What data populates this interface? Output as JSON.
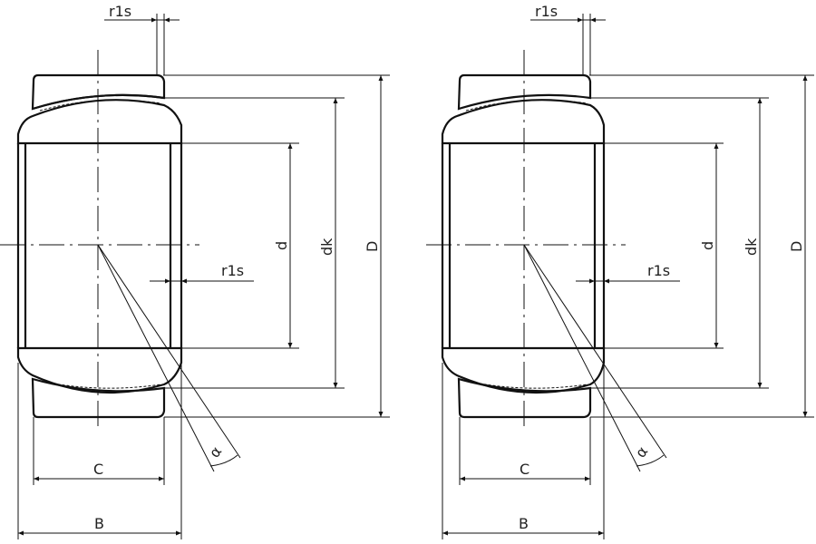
{
  "drawing": {
    "ink_color": "#111111",
    "background": "#ffffff",
    "variants": [
      {
        "labels": {
          "top_chamfer": "r1s",
          "side_chamfer": "r1s",
          "bore_diameter": "d",
          "ball_diameter": "dk",
          "outer_diameter": "D",
          "outer_ring_width": "C",
          "inner_ring_width": "B",
          "angle": "α"
        }
      },
      {
        "labels": {
          "top_chamfer": "r1s",
          "side_chamfer": "r1s",
          "bore_diameter": "d",
          "ball_diameter": "dk",
          "outer_diameter": "D",
          "outer_ring_width": "C",
          "inner_ring_width": "B",
          "angle": "α"
        }
      }
    ]
  }
}
